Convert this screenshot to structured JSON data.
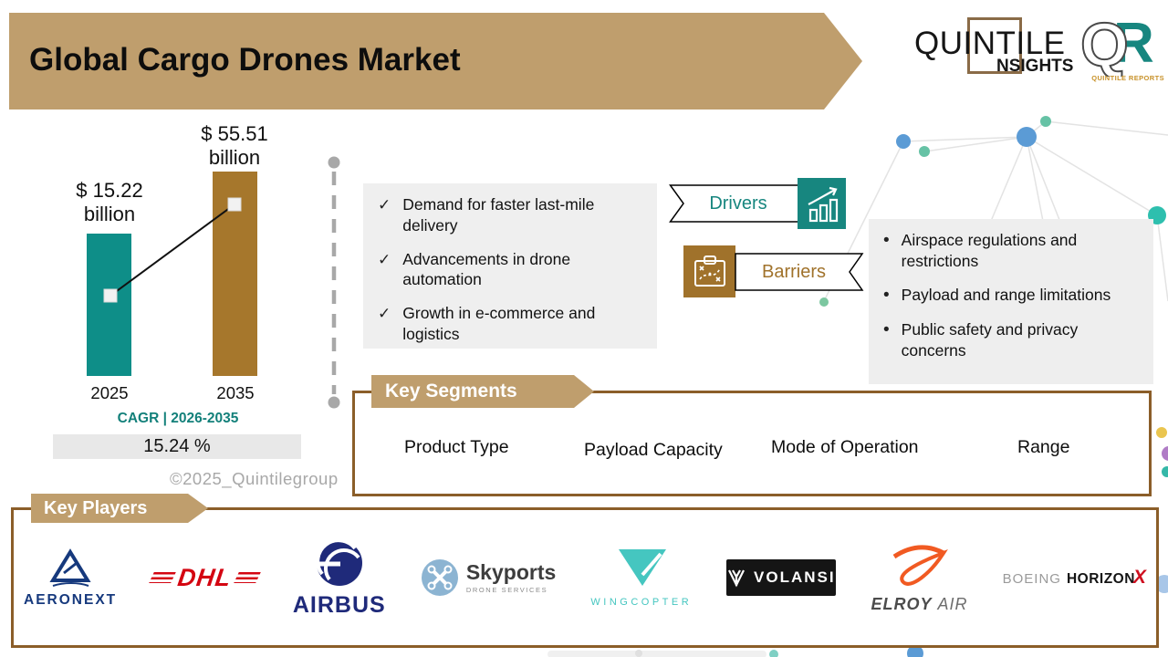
{
  "header": {
    "title": "Global Cargo Drones Market"
  },
  "brand": {
    "insights_word": "QUINTILE",
    "insights_sub": "NSIGHTS",
    "qr_q": "Q",
    "qr_r": "R",
    "qr_sub": "QUINTILE REPORTS"
  },
  "chart_data": {
    "type": "bar",
    "categories": [
      "2025",
      "2035"
    ],
    "values": [
      15.22,
      55.51
    ],
    "unit": "USD billion",
    "value_labels": [
      [
        "$ 15.22",
        "billion"
      ],
      [
        "$ 55.51",
        "billion"
      ]
    ],
    "bar_colors": [
      "#0E8E88",
      "#A6772C"
    ],
    "trend_line": true,
    "ylim": [
      0,
      60
    ],
    "cagr_label": "CAGR | 2026-2035",
    "cagr_value": "15.24 %"
  },
  "watermark": "©2025_Quintilegroup",
  "drivers": {
    "label": "Drivers",
    "items": [
      "Demand for faster last-mile delivery",
      "Advancements in drone automation",
      "Growth in e-commerce and logistics"
    ]
  },
  "barriers": {
    "label": "Barriers",
    "items": [
      "Airspace regulations and restrictions",
      "Payload and range limitations",
      "Public safety and privacy concerns"
    ]
  },
  "key_segments": {
    "title": "Key Segments",
    "items": [
      "Product Type",
      "Payload Capacity",
      "Mode of Operation",
      "Range"
    ]
  },
  "key_players": {
    "title": "Key Players",
    "companies": [
      {
        "label": "AERONEXT"
      },
      {
        "label": "DHL"
      },
      {
        "label": "AIRBUS"
      },
      {
        "label": "Skyports",
        "sublabel": "DRONE SERVICES"
      },
      {
        "label": "WINGCOPTER"
      },
      {
        "label": "VOLANSI"
      },
      {
        "label": "ELROY",
        "sublabel": "AIR"
      },
      {
        "label": "BOEING",
        "sublabel": "HORIZON",
        "sublabel2": "X"
      }
    ]
  },
  "colors": {
    "banner_tan": "#BF9E6D",
    "box_border_brown": "#8B5E29",
    "teal": "#0E8E88",
    "brown": "#A6772C",
    "list_bg": "#EFEFEF"
  }
}
